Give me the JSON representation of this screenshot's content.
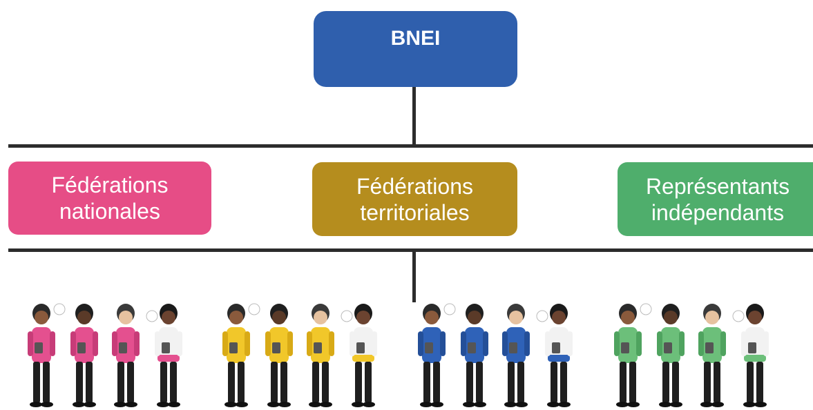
{
  "top": {
    "label": "BNEI",
    "color": "#2f5fad"
  },
  "middle": [
    {
      "line1": "Fédérations",
      "line2": "nationales",
      "color": "#e64d86"
    },
    {
      "line1": "Fédérations",
      "line2": "territoriales",
      "color": "#b58d1e"
    },
    {
      "line1": "Représentants",
      "line2": "indépendants",
      "color": "#4fae6c"
    }
  ],
  "groups": [
    {
      "shirt": "#e4508f",
      "accent": "#c73c78"
    },
    {
      "shirt": "#f1c72a",
      "accent": "#d8aa16"
    },
    {
      "shirt": "#2f62b8",
      "accent": "#244f98"
    },
    {
      "shirt": "#6cbf7a",
      "accent": "#4fa35f"
    }
  ]
}
